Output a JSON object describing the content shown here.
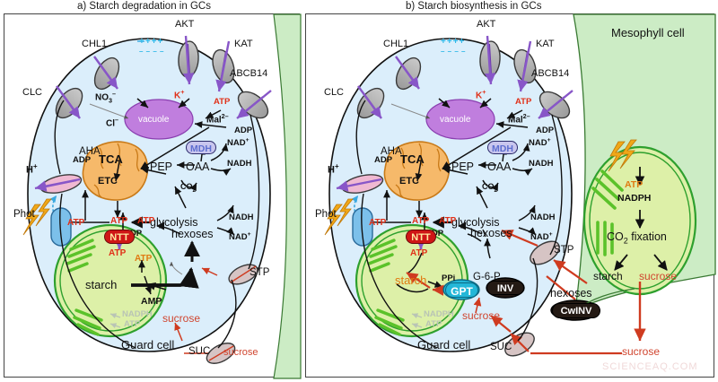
{
  "figure": {
    "watermark": "SCIENCEAQ.COM",
    "panels": [
      {
        "id": "a",
        "title": "a) Starch degradation in GCs"
      },
      {
        "id": "b",
        "title": "b) Starch biosynthesis in GCs"
      }
    ]
  },
  "colors": {
    "cytosol": "#dbeefb",
    "vacuole": "#c07ede",
    "mitochondrion": "#f6b96a",
    "chloroplast": "#ddf0a8",
    "mesophyll": "#ccecc5",
    "transporter": "#b3b3b3",
    "purple_arrow": "#8856c8",
    "red_path": "#cf3b20",
    "atp_red": "#e03018",
    "charge_cyan": "#2fb8e8",
    "phot_blue": "#7cc0ea",
    "aha_pink": "#f0b9d2",
    "lightning": "#f0a818",
    "starch_orange": "#d4622a"
  },
  "panel_a": {
    "title": "a) Starch degradation in GCs",
    "compartments": {
      "guard_cell": "Guard cell",
      "vacuole": "vacuole",
      "mitochondrion_tca": "TCA",
      "mitochondrion_etc": "ETC"
    },
    "transporters": [
      {
        "name": "CHL1"
      },
      {
        "name": "CLC"
      },
      {
        "name": "AKT"
      },
      {
        "name": "KAT"
      },
      {
        "name": "ABCB14"
      },
      {
        "name": "AHA"
      },
      {
        "name": "STP"
      },
      {
        "name": "SUC"
      },
      {
        "name": "Phot"
      }
    ],
    "enzymes": [
      {
        "name": "MDH"
      },
      {
        "name": "NTT"
      }
    ],
    "membrane_charges": {
      "positive": "++++",
      "negative": "- - - -"
    },
    "ions": [
      {
        "label": "NO3-",
        "display": "NO3–"
      },
      {
        "label": "Cl-",
        "display": "Cl–"
      },
      {
        "label": "K+",
        "display": "K+"
      },
      {
        "label": "Mal2-",
        "display": "Mal2–"
      },
      {
        "label": "H+",
        "display": "H+"
      }
    ],
    "metabolites": [
      "ADP",
      "ATP",
      "NAD+",
      "NADH",
      "PEP",
      "OAA",
      "CO2",
      "glycolysis",
      "hexoses",
      "starch",
      "AMP",
      "sucrose"
    ],
    "faded_labels": [
      "NADPH",
      "ATP"
    ],
    "labels": {
      "no3": "NO",
      "cl": "Cl",
      "k": "K",
      "mal": "Mal",
      "h": "H",
      "adp": "ADP",
      "atp": "ATP",
      "nadplus": "NAD",
      "nadh": "NADH",
      "pep": "PEP",
      "oaa": "OAA",
      "co2": "CO",
      "glycolysis": "glycolysis",
      "hexoses": "hexoses",
      "starch": "starch",
      "amp": "AMP",
      "sucrose": "sucrose",
      "nadph": "NADPH",
      "tca": "TCA",
      "etc": "ETC",
      "vacuole": "vacuole",
      "guard_cell": "Guard cell",
      "phot": "Phot",
      "mdh": "MDH",
      "ntt": "NTT",
      "aha": "AHA",
      "stp": "STP",
      "suc": "SUC",
      "chl1": "CHL1",
      "clc": "CLC",
      "akt": "AKT",
      "kat": "KAT",
      "abcb14": "ABCB14",
      "plus_charges": "++++",
      "minus_charges": "– – – –"
    }
  },
  "panel_b": {
    "title": "b) Starch biosynthesis in GCs",
    "compartments": {
      "guard_cell": "Guard cell",
      "mesophyll_cell": "Mesophyll cell",
      "vacuole": "vacuole",
      "mitochondrion_tca": "TCA",
      "mitochondrion_etc": "ETC"
    },
    "transporters": [
      {
        "name": "CHL1"
      },
      {
        "name": "CLC"
      },
      {
        "name": "AKT"
      },
      {
        "name": "KAT"
      },
      {
        "name": "ABCB14"
      },
      {
        "name": "AHA"
      },
      {
        "name": "STP"
      },
      {
        "name": "SUC"
      },
      {
        "name": "Phot"
      }
    ],
    "enzymes": [
      {
        "name": "MDH"
      },
      {
        "name": "NTT"
      },
      {
        "name": "GPT"
      },
      {
        "name": "INV"
      },
      {
        "name": "CwINV"
      }
    ],
    "membrane_charges": {
      "positive": "++++",
      "negative": "- - - -"
    },
    "labels": {
      "k": "K",
      "mal": "Mal",
      "h": "H",
      "adp": "ADP",
      "atp": "ATP",
      "nadplus": "NAD",
      "nadh": "NADH",
      "pep": "PEP",
      "oaa": "OAA",
      "co2": "CO",
      "glycolysis": "glycolysis",
      "hexoses": "hexoses",
      "starch": "starch",
      "ppi": "PPi",
      "g6p": "G-6-P",
      "sucrose": "sucrose",
      "nadph": "NADPH",
      "tca": "TCA",
      "etc": "ETC",
      "vacuole": "vacuole",
      "guard_cell": "Guard cell",
      "mesophyll_cell": "Mesophyll cell",
      "phot": "Phot",
      "mdh": "MDH",
      "ntt": "NTT",
      "gpt": "GPT",
      "inv": "INV",
      "cwinv": "CwINV",
      "aha": "AHA",
      "stp": "STP",
      "suc": "SUC",
      "chl1": "CHL1",
      "clc": "CLC",
      "akt": "AKT",
      "kat": "KAT",
      "abcb14": "ABCB14",
      "plus_charges": "++++",
      "minus_charges": "– – – –",
      "co2_fixation": "CO2 fixation",
      "meso_atp": "ATP",
      "meso_nadph": "NADPH",
      "meso_starch": "starch",
      "meso_sucrose": "sucrose",
      "hexoses_apo": "hexoses",
      "sucrose_apo": "sucrose"
    }
  }
}
